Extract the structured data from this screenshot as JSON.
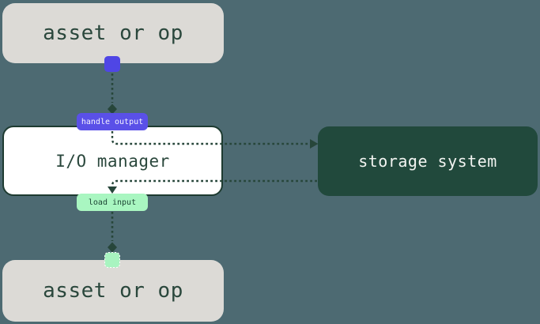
{
  "diagram": {
    "nodes": {
      "asset_top": {
        "label": "asset or op"
      },
      "io_manager": {
        "label": "I/O manager"
      },
      "storage": {
        "label": "storage system"
      },
      "asset_bottom": {
        "label": "asset or op"
      }
    },
    "edges": {
      "handle_output": {
        "label": "handle output"
      },
      "load_input": {
        "label": "load input"
      }
    },
    "colors": {
      "background": "#4d6a72",
      "asset_node_fill": "#dcdad6",
      "io_node_fill": "#ffffff",
      "io_node_border": "#1e3b31",
      "storage_node_fill": "#21493c",
      "connector_line": "#27463a",
      "accent_purple": "#4f46e5",
      "output_label_bg": "#5a50e8",
      "accent_mint": "#a8f4c0",
      "input_label_bg": "#a9f6c1",
      "dark_text": "#2a473c",
      "light_text": "#f2f4f1"
    }
  }
}
